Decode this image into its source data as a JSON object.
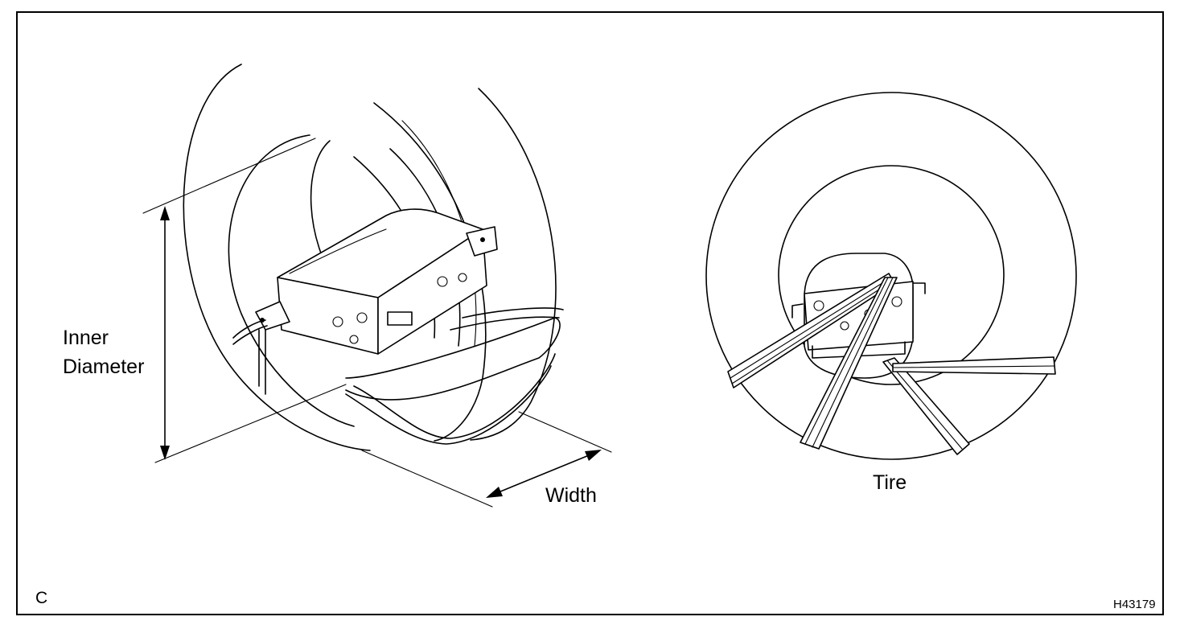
{
  "labels": {
    "inner_diameter_line1": "Inner",
    "inner_diameter_line2": "Diameter",
    "width": "Width",
    "tire": "Tire",
    "view_letter": "C",
    "figure_code": "H43179"
  }
}
